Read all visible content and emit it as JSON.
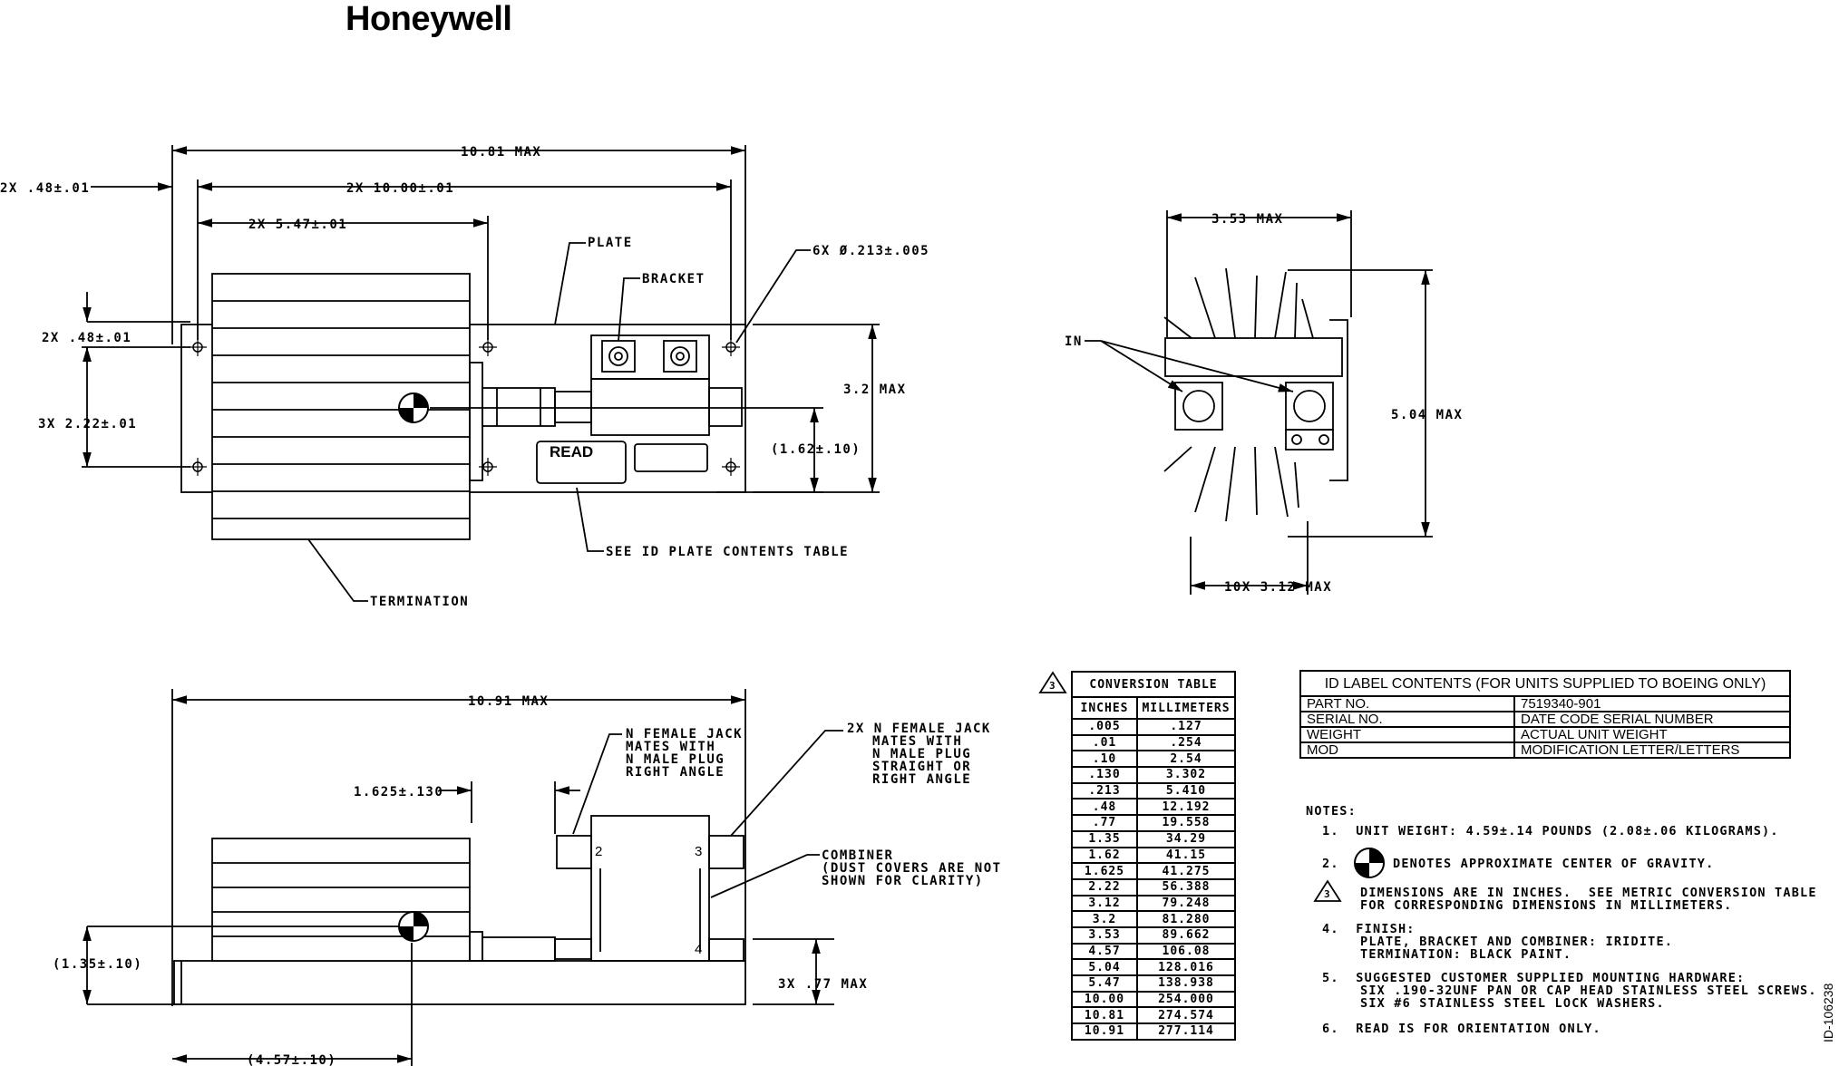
{
  "logo": "Honeywell",
  "doc_id": "ID-106238",
  "top_view": {
    "overall": "10.81 MAX",
    "hole_edge": "2X .48±.01",
    "hole_span": "2X 10.00±.01",
    "hole_mid": "2X 5.47±.01",
    "plate": "PLATE",
    "bracket": "BRACKET",
    "holes": "6X Ø.213±.005",
    "left_hole_edge": "2X .48±.01",
    "left_hole_span": "3X 2.22±.01",
    "height": "3.2 MAX",
    "cg_offset": "(1.62±.10)",
    "read_label": "READ",
    "id_plate": "SEE ID PLATE CONTENTS TABLE",
    "termination": "TERMINATION"
  },
  "end_view": {
    "width": "3.53 MAX",
    "in_label": "IN",
    "height": "5.04 MAX",
    "fin_width": "10X 3.12 MAX"
  },
  "side_view": {
    "overall": "10.91 MAX",
    "jack_left": [
      "N FEMALE JACK",
      "MATES WITH",
      "N MALE PLUG",
      "RIGHT ANGLE"
    ],
    "jack_right": [
      "2X N FEMALE JACK",
      "MATES WITH",
      "N MALE PLUG",
      "STRAIGHT OR",
      "RIGHT ANGLE"
    ],
    "offset": "1.625±.130",
    "combiner": [
      "COMBINER",
      "(DUST COVERS ARE NOT",
      " SHOWN FOR CLARITY)"
    ],
    "cg_height": "(1.35±.10)",
    "plate_height": "3X .77 MAX",
    "cg_dist": "(4.57±.10)",
    "port2": "2",
    "port3": "3",
    "port4": "4"
  },
  "conversion_table": {
    "flag": "3",
    "title": "CONVERSION TABLE",
    "col_inches": "INCHES",
    "col_mm": "MILLIMETERS",
    "rows": [
      [
        ".005",
        ".127"
      ],
      [
        ".01",
        ".254"
      ],
      [
        ".10",
        "2.54"
      ],
      [
        ".130",
        "3.302"
      ],
      [
        ".213",
        "5.410"
      ],
      [
        ".48",
        "12.192"
      ],
      [
        ".77",
        "19.558"
      ],
      [
        "1.35",
        "34.29"
      ],
      [
        "1.62",
        "41.15"
      ],
      [
        "1.625",
        "41.275"
      ],
      [
        "2.22",
        "56.388"
      ],
      [
        "3.12",
        "79.248"
      ],
      [
        "3.2",
        "81.280"
      ],
      [
        "3.53",
        "89.662"
      ],
      [
        "4.57",
        "106.08"
      ],
      [
        "5.04",
        "128.016"
      ],
      [
        "5.47",
        "138.938"
      ],
      [
        "10.00",
        "254.000"
      ],
      [
        "10.81",
        "274.574"
      ],
      [
        "10.91",
        "277.114"
      ]
    ]
  },
  "id_label": {
    "title": "ID LABEL CONTENTS (FOR UNITS SUPPLIED TO BOEING ONLY)",
    "rows": [
      [
        "PART NO.",
        "7519340-901"
      ],
      [
        "SERIAL NO.",
        "DATE CODE SERIAL NUMBER"
      ],
      [
        "WEIGHT",
        "ACTUAL UNIT WEIGHT"
      ],
      [
        "MOD",
        "MODIFICATION LETTER/LETTERS"
      ]
    ]
  },
  "notes": {
    "heading": "NOTES:",
    "n1": "1.  UNIT WEIGHT: 4.59±.14 POUNDS (2.08±.06 KILOGRAMS).",
    "n2_num": "2.",
    "n2": "DENOTES APPROXIMATE CENTER OF GRAVITY.",
    "n3_flag": "3",
    "n3a": "DIMENSIONS ARE IN INCHES.  SEE METRIC CONVERSION TABLE",
    "n3b": "FOR CORRESPONDING DIMENSIONS IN MILLIMETERS.",
    "n4": "4.  FINISH:",
    "n4a": "PLATE, BRACKET AND COMBINER: IRIDITE.",
    "n4b": "TERMINATION: BLACK PAINT.",
    "n5": "5.  SUGGESTED CUSTOMER SUPPLIED MOUNTING HARDWARE:",
    "n5a": "SIX .190-32UNF PAN OR CAP HEAD STAINLESS STEEL SCREWS.",
    "n5b": "SIX #6 STAINLESS STEEL LOCK WASHERS.",
    "n6": "6.  READ IS FOR ORIENTATION ONLY."
  }
}
